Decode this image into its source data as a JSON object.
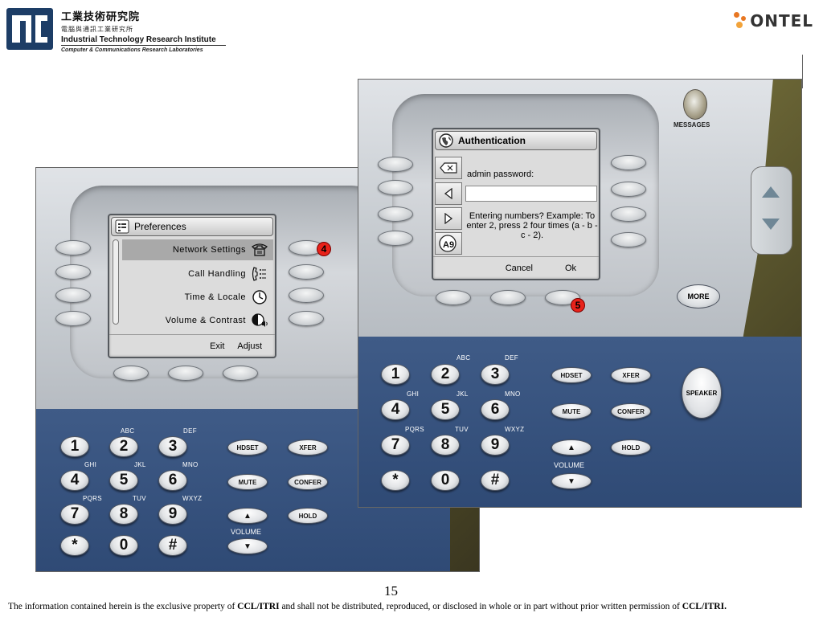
{
  "header": {
    "itri_cn_title": "工業技術研究院",
    "itri_cn_subtitle": "電腦與通訊工業研究所",
    "itri_en_title": "Industrial Technology Research Institute",
    "itri_en_subtitle": "Computer & Communications Research Laboratories",
    "ontel_logo_text": "ONTEL"
  },
  "colors": {
    "phone_blue": "#2f4a75",
    "phone_grey": "#c6cbd0",
    "marker_red": "#e8221a",
    "ontel_orange": "#e87722",
    "itri_blue": "#1d3d66"
  },
  "phone1": {
    "screen_title": "Preferences",
    "menu_items": [
      {
        "label": "Network Settings",
        "icon": "telephone-icon",
        "selected": true
      },
      {
        "label": "Call Handling",
        "icon": "call-handling-icon",
        "selected": false
      },
      {
        "label": "Time & Locale",
        "icon": "clock-icon",
        "selected": false
      },
      {
        "label": "Volume & Contrast",
        "icon": "volume-icon",
        "selected": false
      }
    ],
    "softkeys": [
      "Exit",
      "Adjust"
    ],
    "marker": "4"
  },
  "phone2": {
    "screen_title": "Authentication",
    "prompt_label": "admin password:",
    "password_value": "",
    "hint": "Entering numbers? Example: To enter 2, press 2 four times (a - b - c - 2).",
    "softkeys": [
      "Cancel",
      "Ok"
    ],
    "side_icons": [
      "backspace-icon",
      "arrow-left-icon",
      "arrow-right-icon",
      "input-mode-icon"
    ],
    "input_mode_label": "A9",
    "messages_label": "MESSAGES",
    "more_label": "MORE",
    "speaker_label": "SPEAKER",
    "marker": "5"
  },
  "keypad": {
    "keys": [
      "1",
      "2",
      "3",
      "4",
      "5",
      "6",
      "7",
      "8",
      "9",
      "*",
      "0",
      "#"
    ],
    "letters": [
      "ABC",
      "DEF",
      "GHI",
      "JKL",
      "MNO",
      "PQRS",
      "TUV",
      "WXYZ"
    ],
    "function_keys": [
      "HDSET",
      "XFER",
      "MUTE",
      "CONFER",
      "HOLD"
    ],
    "volume_label": "VOLUME",
    "volume_up": "▲",
    "volume_down": "▼"
  },
  "footer": {
    "page_number": "15",
    "disclaimer_pre": "The information contained herein is the exclusive property of ",
    "disclaimer_owner_1": "CCL/ITRI",
    "disclaimer_mid": " and shall not be distributed, reproduced, or disclosed in whole or in part without prior written permission of ",
    "disclaimer_owner_2": "CCL/ITRI."
  }
}
